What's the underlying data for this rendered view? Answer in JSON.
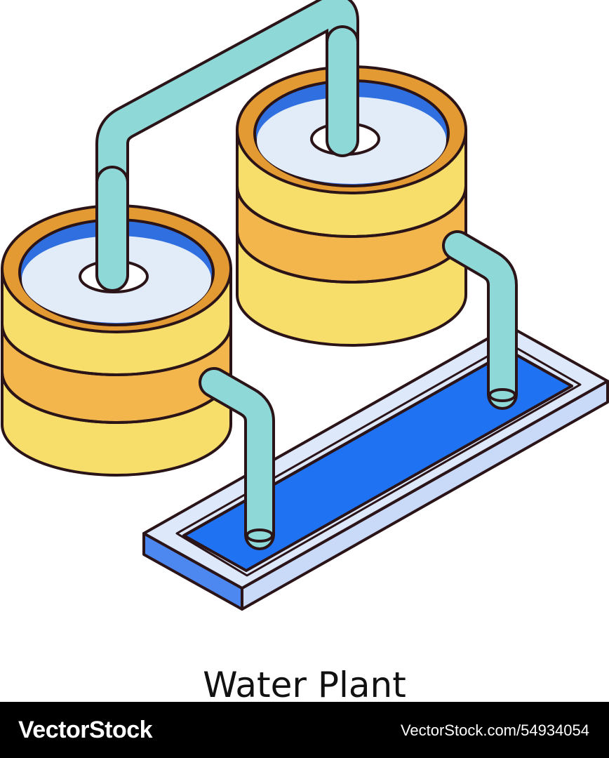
{
  "caption": "Water Plant",
  "footer": {
    "brand": "VectorStock",
    "image_id_text": "VectorStock.com/54934054"
  },
  "colors": {
    "outline": "#2a1418",
    "pipe": "#8ed8d8",
    "tank_yellow": "#f7dd6a",
    "tank_orange": "#f2b64c",
    "tank_rim": "#e39a32",
    "water_blue": "#2f6fe0",
    "water_surface": "#e2ebf8",
    "basin_frame": "#dde8fb",
    "basin_water": "#1f73f2"
  }
}
